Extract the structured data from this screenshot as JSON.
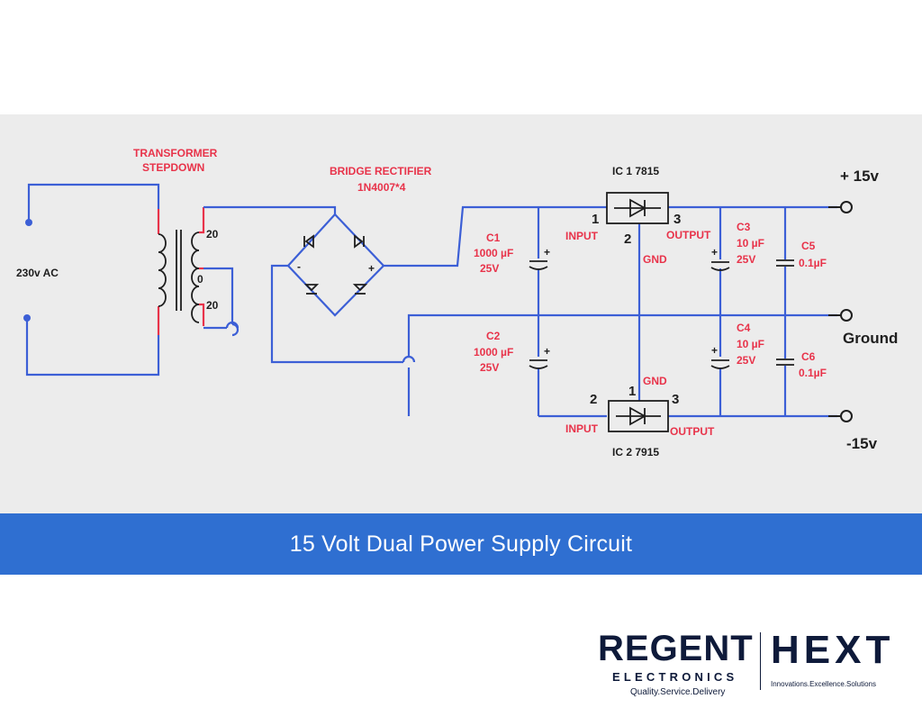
{
  "labels": {
    "source": "230v AC",
    "transformer_line1": "TRANSFORMER",
    "transformer_line2": "STEPDOWN",
    "tap_top": "20",
    "tap_mid": "0",
    "tap_bot": "20",
    "rectifier_line1": "BRIDGE RECTIFIER",
    "rectifier_line2": "1N4007*4",
    "bridge_minus": "-",
    "bridge_plus": "+",
    "c1_name": "C1",
    "c1_value": "1000 µF",
    "c1_voltage": "25V",
    "c2_name": "C2",
    "c2_value": "1000 µF",
    "c2_voltage": "25V",
    "c3_name": "C3",
    "c3_value": "10 µF",
    "c3_voltage": "25V",
    "c4_name": "C4",
    "c4_value": "10 µF",
    "c4_voltage": "25V",
    "c5_name": "C5",
    "c5_value": "0.1µF",
    "c6_name": "C6",
    "c6_value": "0.1µF",
    "cap_plus": "+",
    "ic1_name": "IC 1 7815",
    "ic2_name": "IC 2 7915",
    "pin1": "1",
    "pin2": "2",
    "pin3": "3",
    "input": "INPUT",
    "output": "OUTPUT",
    "gnd": "GND",
    "rail_pos": "+ 15v",
    "rail_gnd": "Ground",
    "rail_neg": "-15v"
  },
  "title": "15 Volt Dual Power Supply Circuit",
  "logo": {
    "brand1": "REGENT",
    "brand1_sub": "ELECTRONICS",
    "brand1_tagline": "Quality.Service.Delivery",
    "brand2": "HEXT",
    "brand2_tagline": "Innovations.Excellence.Solutions"
  },
  "colors": {
    "wire": "#3c5fd6",
    "label_red": "#e8334a",
    "banner": "#2f6fd1",
    "panel": "#ececec"
  }
}
